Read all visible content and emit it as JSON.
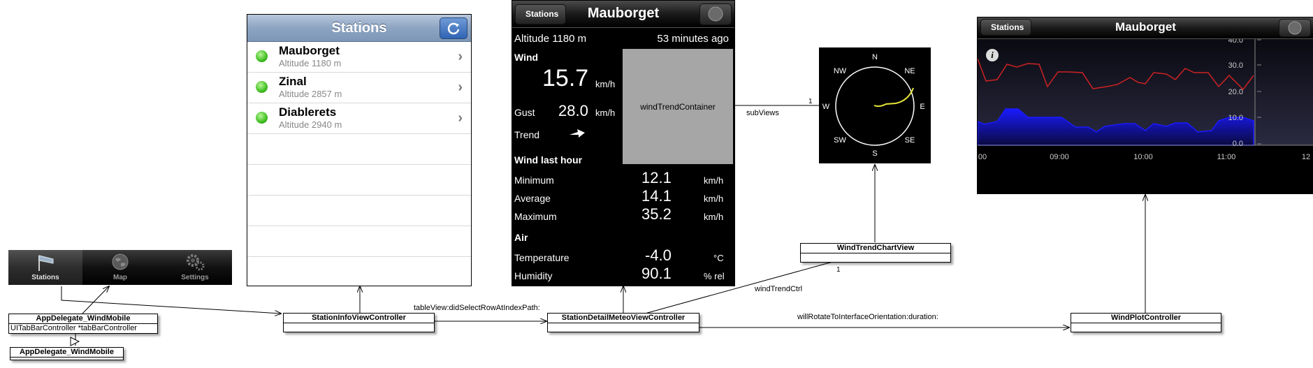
{
  "tabbar": {
    "tabs": [
      {
        "label": "Stations",
        "icon": "windsock-icon",
        "selected": true
      },
      {
        "label": "Map",
        "icon": "globe-icon",
        "selected": false
      },
      {
        "label": "Settings",
        "icon": "gears-icon",
        "selected": false
      }
    ]
  },
  "stations_screen": {
    "title": "Stations",
    "refresh_icon": "refresh-icon",
    "rows": [
      {
        "name": "Mauborget",
        "altitude": "Altitude 1180 m",
        "status_color": "#3fbf20"
      },
      {
        "name": "Zinal",
        "altitude": "Altitude 2857 m",
        "status_color": "#3fbf20"
      },
      {
        "name": "Diablerets",
        "altitude": "Altitude 2940 m",
        "status_color": "#3fbf20"
      }
    ]
  },
  "detail_screen": {
    "back_label": "Stations",
    "title": "Mauborget",
    "altitude": "Altitude 1180 m",
    "updated": "53 minutes ago",
    "wind_heading": "Wind",
    "wind_speed": "15.7",
    "wind_unit": "km/h",
    "gust_label": "Gust",
    "gust_value": "28.0",
    "gust_unit": "km/h",
    "trend_label": "Trend",
    "trend_icon": "arrow-right-icon",
    "container_label": "windTrendContainer",
    "last_hour_heading": "Wind last hour",
    "minimum_label": "Minimum",
    "minimum_value": "12.1",
    "minimum_unit": "km/h",
    "average_label": "Average",
    "average_value": "14.1",
    "average_unit": "km/h",
    "maximum_label": "Maximum",
    "maximum_value": "35.2",
    "maximum_unit": "km/h",
    "air_heading": "Air",
    "temperature_label": "Temperature",
    "temperature_value": "-4.0",
    "temperature_unit": "°C",
    "humidity_label": "Humidity",
    "humidity_value": "90.1",
    "humidity_unit": "% rel"
  },
  "compass": {
    "directions": [
      "N",
      "NE",
      "E",
      "SE",
      "S",
      "SW",
      "W",
      "NW"
    ],
    "trend_color": "#e8e83a"
  },
  "plot_screen": {
    "back_label": "Stations",
    "title": "Mauborget",
    "info_icon": "info-icon",
    "y_ticks": [
      "40.0",
      "30.0",
      "20.0",
      "10.0",
      "0.0"
    ],
    "x_ticks": [
      "00",
      "09:00",
      "10:00",
      "11:00",
      "12"
    ],
    "gust_color": "#cc2222",
    "wind_color": "#1a1aff"
  },
  "diagram": {
    "classes": {
      "app_delegate": {
        "name": "AppDelegate_WindMobile",
        "attribute": "UITabBarController *tabBarController"
      },
      "app_delegate_base": {
        "name": "AppDelegate_WindMobile"
      },
      "station_info": {
        "name": "StationInfoViewController"
      },
      "station_detail": {
        "name": "StationDetailMeteoViewController"
      },
      "wind_trend_chart": {
        "name": "WindTrendChartView"
      },
      "wind_plot": {
        "name": "WindPlotController"
      }
    },
    "labels": {
      "table_view": "tableView:didSelectRowAtIndexPath:",
      "sub_views": "subViews",
      "sub_views_mult": "1",
      "wind_trend_ctrl": "windTrendCtrl",
      "wind_trend_mult": "1",
      "will_rotate": "willRotateToInterfaceOrientation:duration:"
    }
  }
}
